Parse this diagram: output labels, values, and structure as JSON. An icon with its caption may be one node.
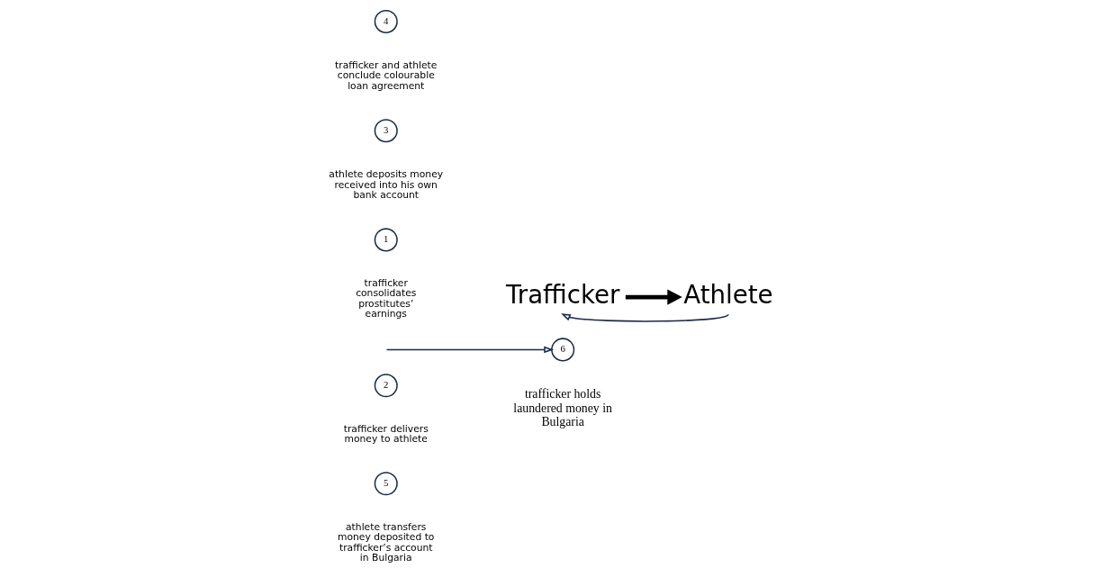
{
  "diagram": {
    "nodes": [
      {
        "text": [
          "5"
        ],
        "beside": [
          "athlete transfers money deposited to trafficker’s account in Bulgaria"
        ]
      },
      {
        "text": [
          "2"
        ],
        "beside": [
          "trafficker delivers money to athlete"
        ]
      },
      {
        "text": [
          "6"
        ],
        "beside": [
          "trafficker holds laundered money in Bulgaria"
        ]
      },
      {
        "text": [
          "1"
        ]
      },
      {
        "text": [
          "Trafficker"
        ]
      },
      {
        "text": [
          "Athlete"
        ]
      },
      {
        "text": [
          "3"
        ],
        "beside": [
          "athlete deposits money received into his own bank account"
        ]
      },
      {
        "text": [
          "4"
        ],
        "beside": [
          "trafficker and athlete conclude colourable loan agreement"
        ]
      }
    ],
    "edges": [
      {
        "from": 4,
        "to": 5,
        "arrow": "to",
        "style": "thick",
        "color": "#000000"
      },
      {
        "from": 5,
        "to": 4,
        "arrow": "to"
      },
      {
        "from": null,
        "to": 2,
        "arrow": "to"
      }
    ],
    "labels": [
      "trafficker consolidates prostitutes’ earnings"
    ]
  }
}
